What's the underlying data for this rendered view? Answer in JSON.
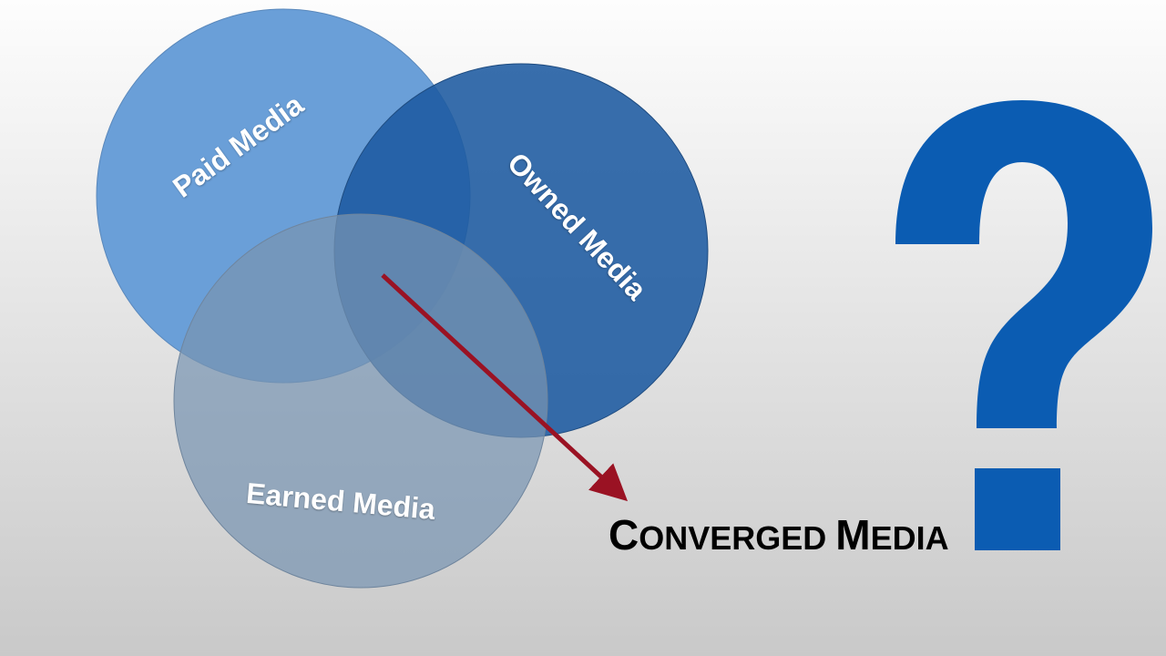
{
  "circles": [
    {
      "label": "Paid Media",
      "color": "#6a9fd8"
    },
    {
      "label": "Owned Media",
      "color": "#2f66a2"
    },
    {
      "label": "Earned Media",
      "color": "#8aa2ba"
    }
  ],
  "result": {
    "first_c": "C",
    "rest1": "ONVERGED ",
    "first_m": "M",
    "rest2": "EDIA"
  },
  "question_color": "#0b5cb2",
  "arrow_color": "#9a1223"
}
